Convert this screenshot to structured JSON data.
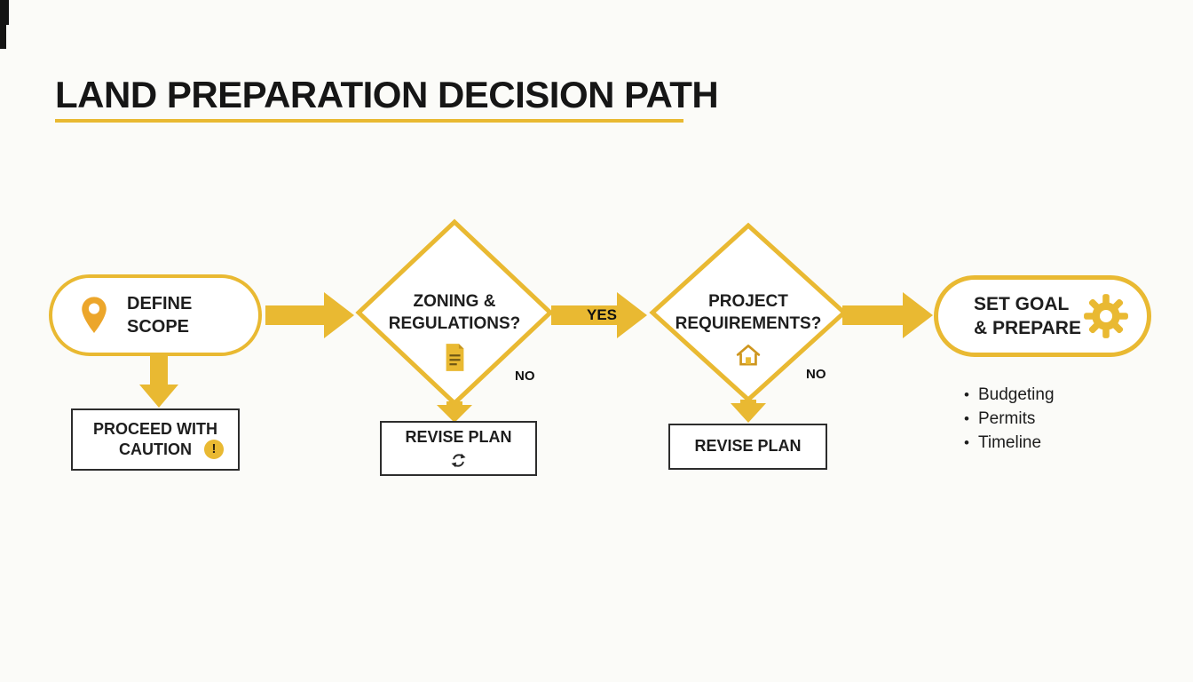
{
  "title": "LAND PREPARATION DECISION PATH",
  "colors": {
    "accent": "#E9B932",
    "text": "#1E1E1E"
  },
  "flow": {
    "start": {
      "label": "DEFINE\nSCOPE",
      "icon": "location-pin"
    },
    "decision1": {
      "label": "ZONING &\nREGULATIONS?",
      "icon": "document"
    },
    "decision2": {
      "label": "PROJECT\nREQUIREMENTS?",
      "icon": "house"
    },
    "end": {
      "label": "SET GOAL\n& PREPARE",
      "icon": "gear"
    },
    "yes_label": "YES",
    "no_label_1": "NO",
    "no_label_2": "NO",
    "caution": {
      "label": "PROCEED WITH\nCAUTION",
      "icon": "warning",
      "warning_glyph": "!"
    },
    "revise1": {
      "label": "REVISE PLAN",
      "icon": "refresh"
    },
    "revise2": {
      "label": "REVISE PLAN"
    }
  },
  "checklist": {
    "bullet": "•",
    "items": [
      "Budgeting",
      "Permits",
      "Timeline"
    ]
  }
}
